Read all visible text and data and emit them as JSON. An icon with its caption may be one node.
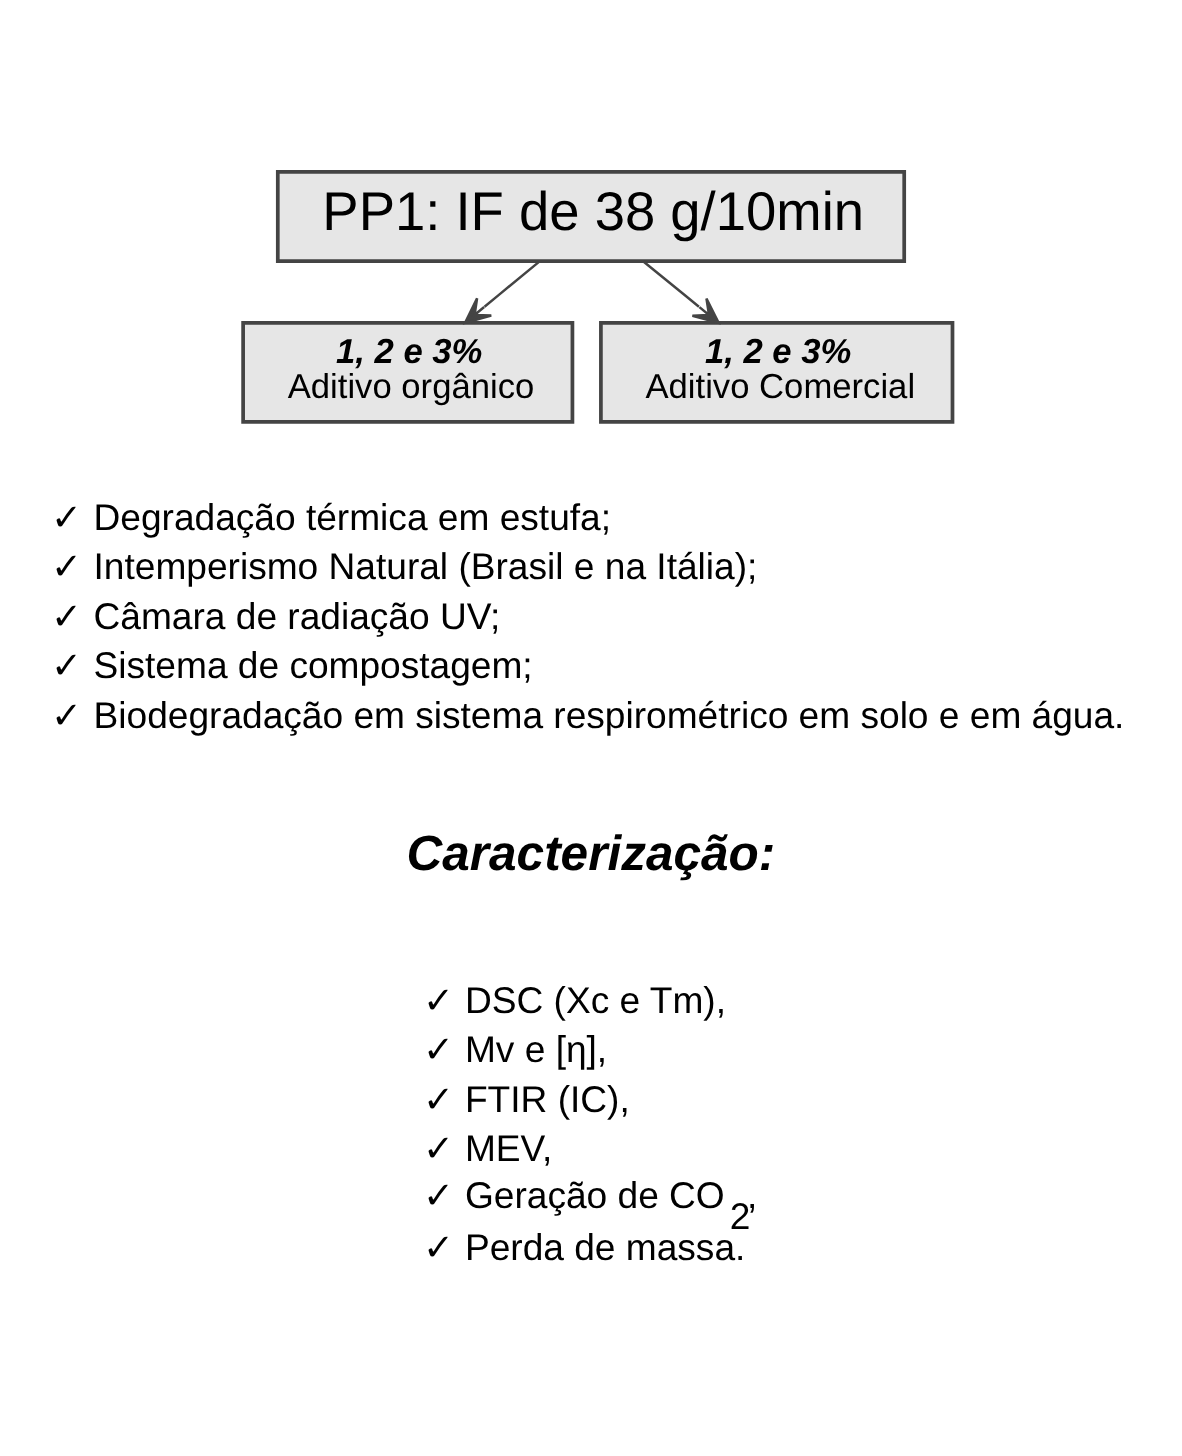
{
  "diagram": {
    "nodes": [
      {
        "text": [
          "PP1: IF de 38 g/10min"
        ]
      },
      {
        "text": [
          "1, 2 e 3%",
          "Aditivo orgânico"
        ]
      },
      {
        "text": [
          "1, 2 e 3%",
          "Aditivo Comercial"
        ]
      }
    ],
    "edges": [
      {
        "from": 0,
        "to": 1,
        "arrow": "to"
      },
      {
        "from": 0,
        "to": 2,
        "arrow": "to"
      }
    ],
    "labels": [
      "✓ Degradação térmica em estufa;",
      "✓ Intemperismo Natural (Brasil e na Itália);",
      "✓ Câmara de radiação UV;",
      "✓ Sistema de compostagem;",
      "✓ Biodegradação em sistema respirométrico em solo e em água.",
      "Caracterização:",
      "✓ DSC (Xc e Tm),",
      "✓ Mv e [η],",
      "✓ FTIR (IC),",
      "✓ MEV,",
      "✓ Geração de CO$_{2}$,",
      "✓ Perda de massa."
    ]
  }
}
